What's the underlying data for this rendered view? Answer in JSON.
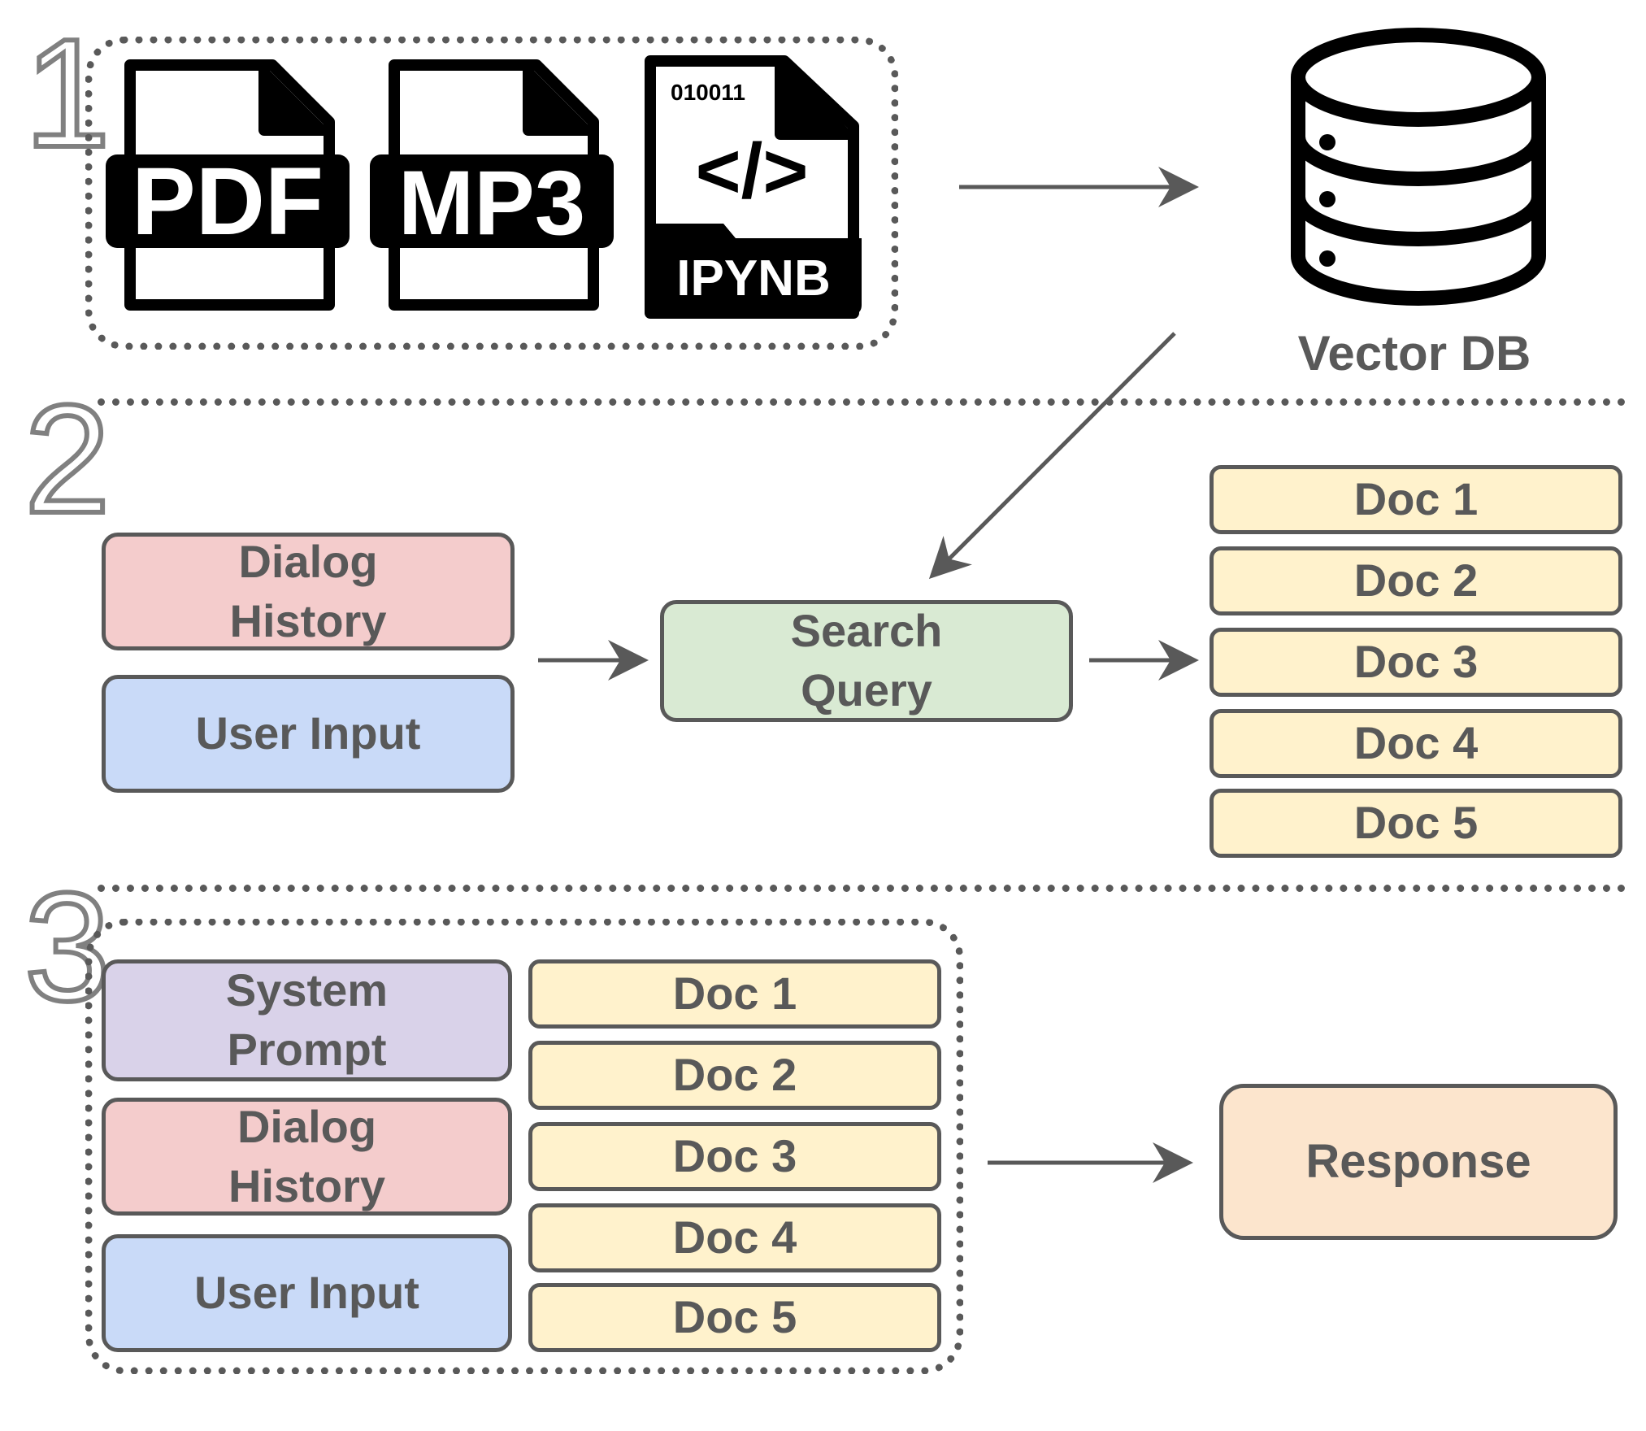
{
  "steps": [
    "1",
    "2",
    "3"
  ],
  "section1": {
    "file_icons": [
      {
        "icon": "pdf-file-icon",
        "label": "PDF"
      },
      {
        "icon": "mp3-file-icon",
        "label": "MP3"
      },
      {
        "icon": "ipynb-file-icon",
        "label": "IPYNB",
        "binary": "010011",
        "code": "</>"
      }
    ],
    "database": {
      "icon": "database-icon",
      "label": "Vector DB"
    }
  },
  "section2": {
    "inputs": [
      "Dialog History",
      "User Input"
    ],
    "query": "Search Query",
    "docs": [
      "Doc 1",
      "Doc 2",
      "Doc 3",
      "Doc 4",
      "Doc 5"
    ]
  },
  "section3": {
    "prompt_parts": [
      "System Prompt",
      "Dialog History",
      "User Input"
    ],
    "docs": [
      "Doc 1",
      "Doc 2",
      "Doc 3",
      "Doc 4",
      "Doc 5"
    ],
    "output": "Response"
  },
  "colors": {
    "border": "#595959",
    "dialog_history": "#f4cccc",
    "user_input": "#c9daf8",
    "search_query": "#d9ead3",
    "doc": "#fff2cc",
    "system_prompt": "#d9d2e9",
    "response": "#fce5cd"
  }
}
